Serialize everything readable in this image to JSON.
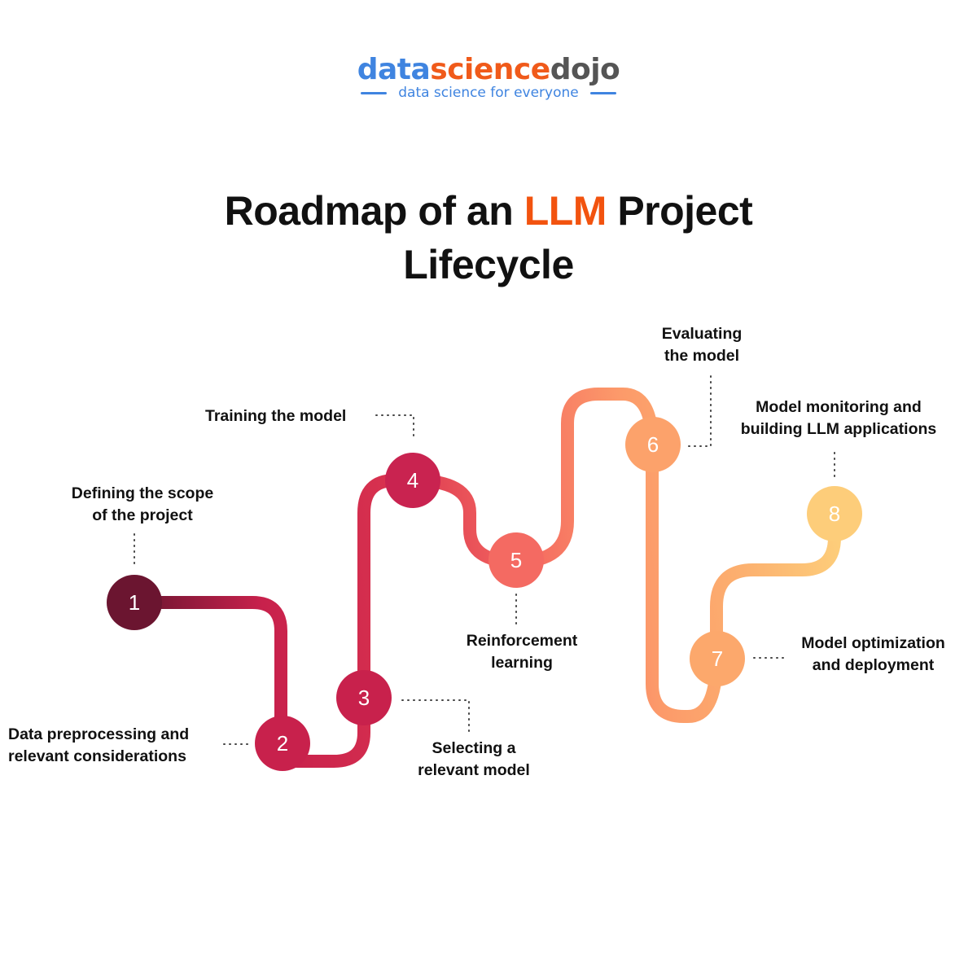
{
  "logo": {
    "part_data": "data",
    "part_science": "science",
    "part_dojo": "dojo",
    "tagline": "data science for everyone",
    "colors": {
      "data": "#3f84e0",
      "science": "#f05a1a",
      "dojo": "#555555"
    }
  },
  "title": {
    "prefix": "Roadmap of an ",
    "accent": "LLM",
    "suffix": " Project",
    "line2": "Lifecycle",
    "accent_color": "#f2530f"
  },
  "steps": [
    {
      "number": "1",
      "label_line1": "Defining the scope",
      "label_line2": "of the project",
      "color": "#6b1530"
    },
    {
      "number": "2",
      "label_line1": "Data preprocessing and",
      "label_line2": "relevant considerations",
      "color": "#c8214c"
    },
    {
      "number": "3",
      "label_line1": "Selecting a",
      "label_line2": "relevant model",
      "color": "#c8214c"
    },
    {
      "number": "4",
      "label_line1": "Training the model",
      "label_line2": "",
      "color": "#c92350"
    },
    {
      "number": "5",
      "label_line1": "Reinforcement",
      "label_line2": "learning",
      "color": "#f46a62"
    },
    {
      "number": "6",
      "label_line1": "Evaluating",
      "label_line2": "the model",
      "color": "#fca26b"
    },
    {
      "number": "7",
      "label_line1": "Model optimization",
      "label_line2": "and deployment",
      "color": "#fca86c"
    },
    {
      "number": "8",
      "label_line1": "Model monitoring and",
      "label_line2": "building LLM applications",
      "color": "#fdcd7a"
    }
  ]
}
